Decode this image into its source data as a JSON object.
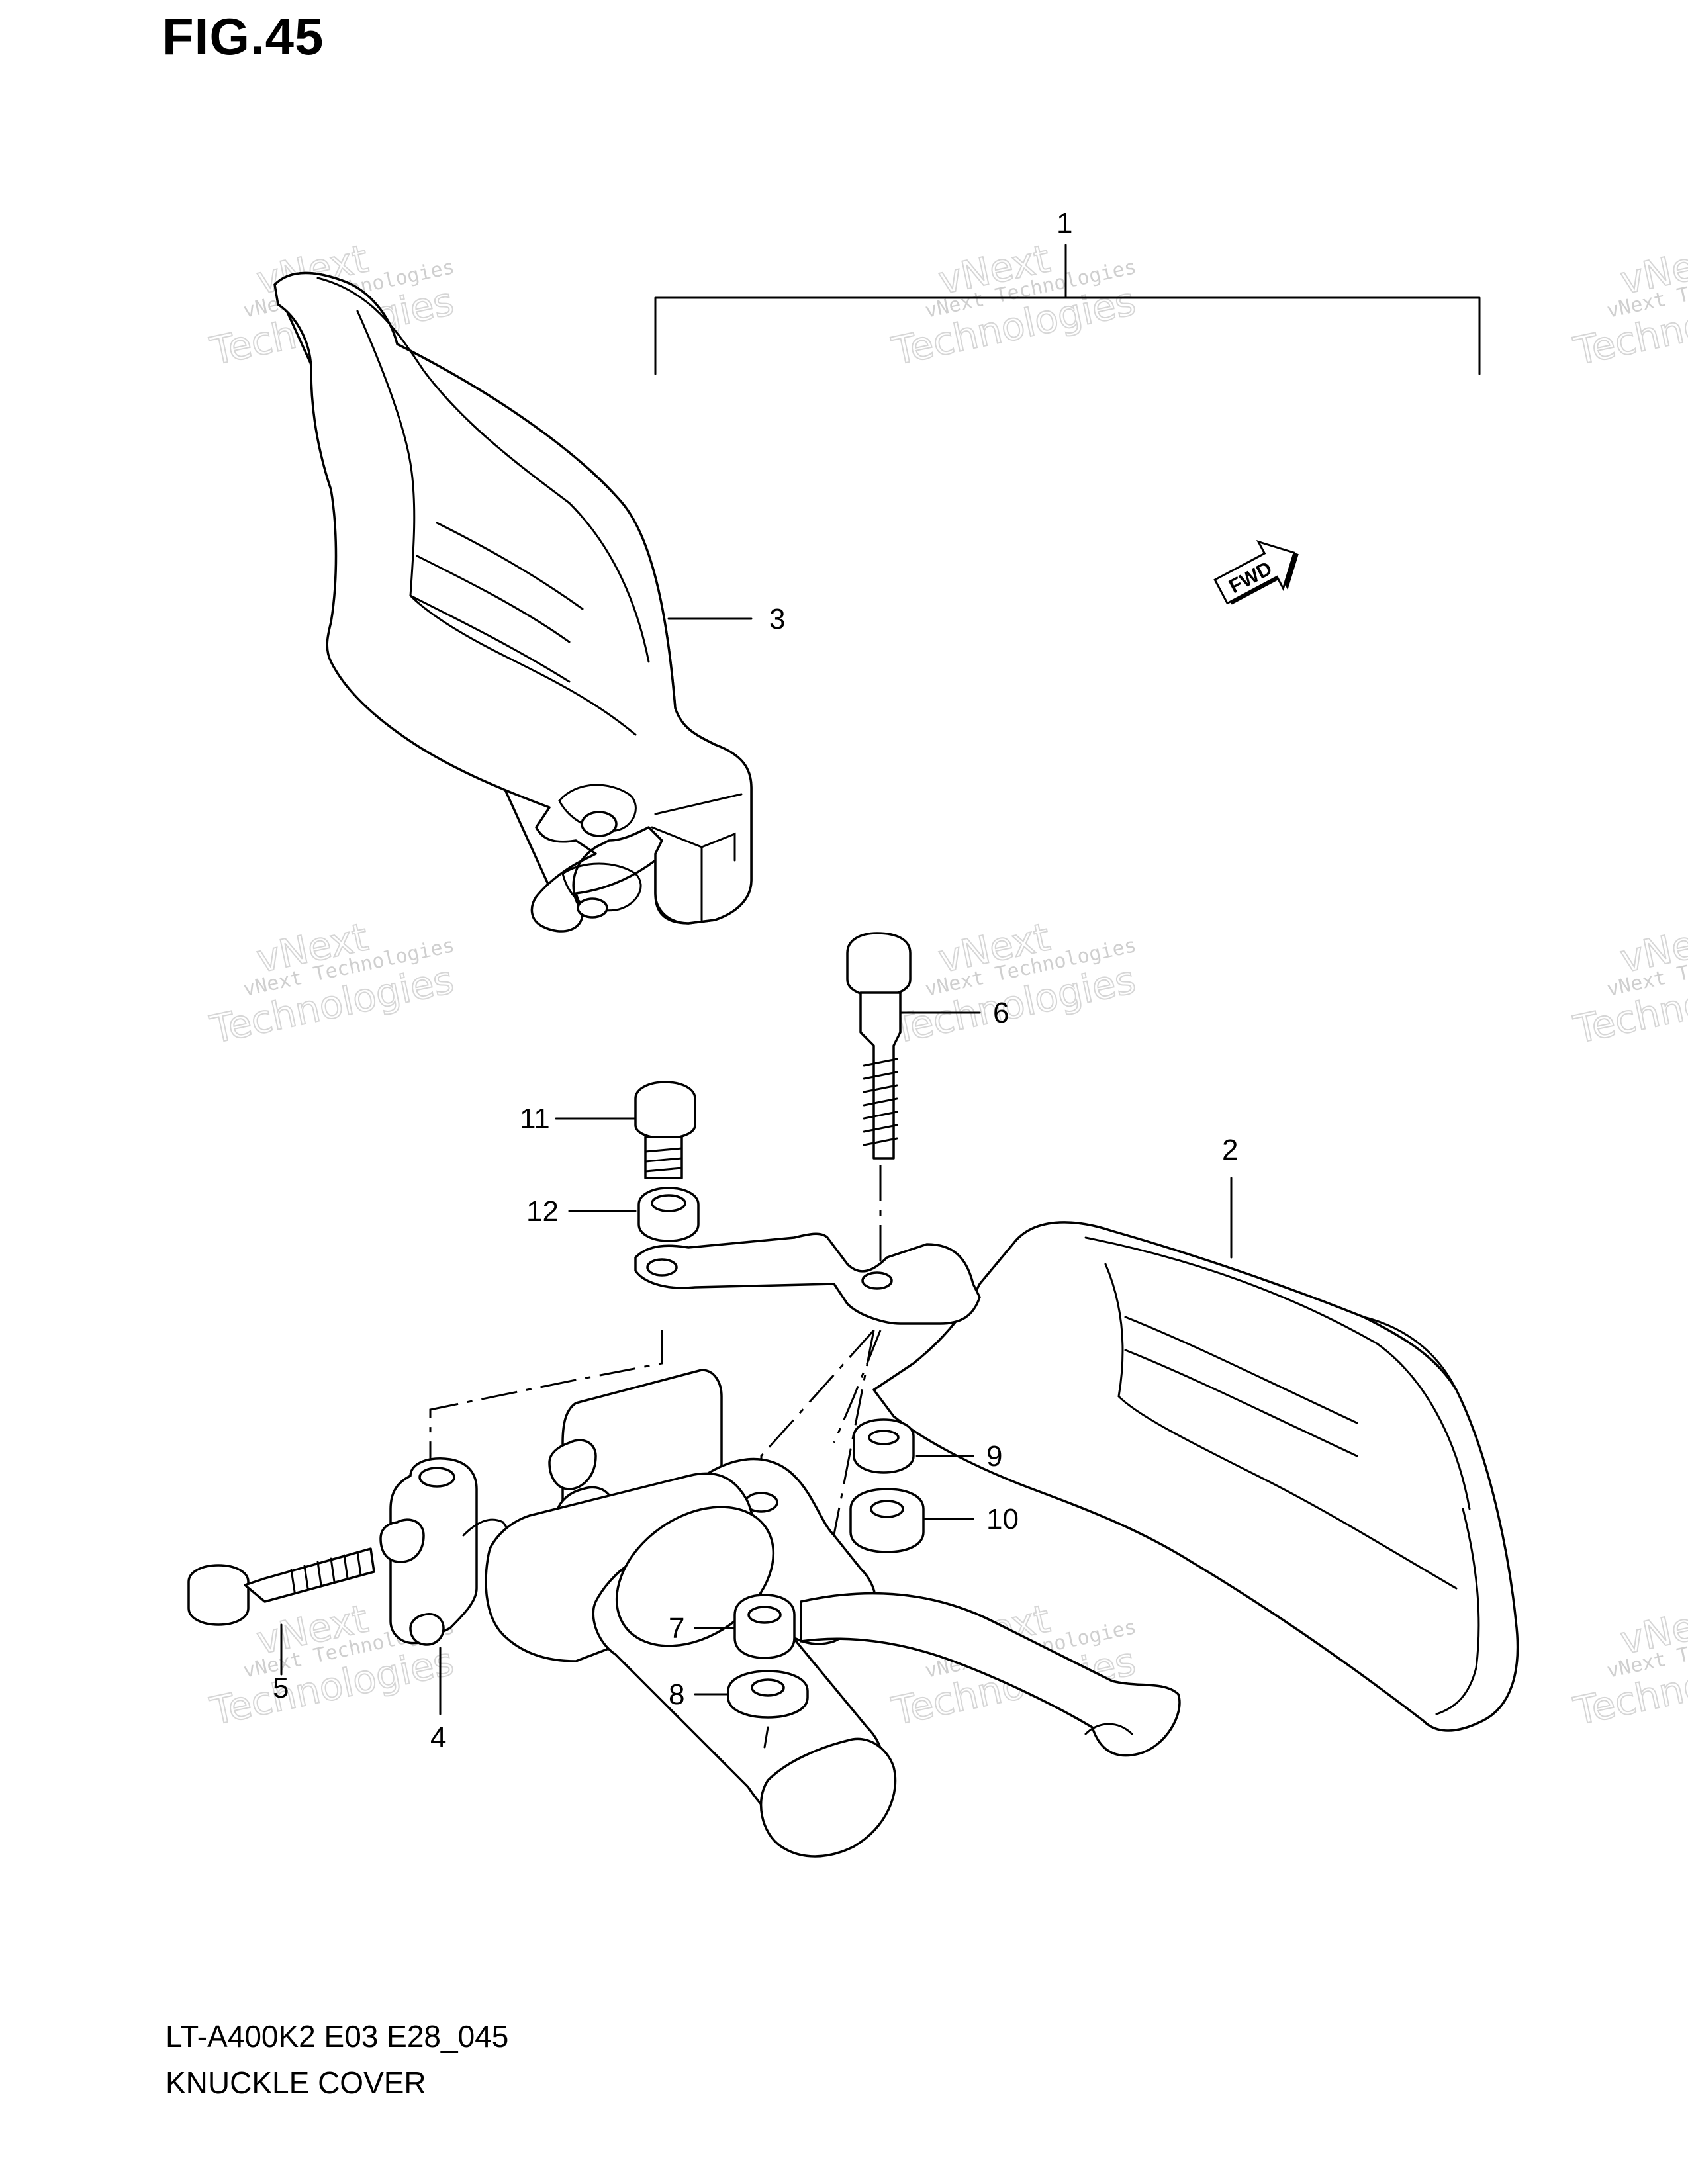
{
  "figure": {
    "title": "FIG.45"
  },
  "callouts": [
    {
      "id": "1",
      "label": "1"
    },
    {
      "id": "2",
      "label": "2"
    },
    {
      "id": "3",
      "label": "3"
    },
    {
      "id": "4",
      "label": "4"
    },
    {
      "id": "5",
      "label": "5"
    },
    {
      "id": "6",
      "label": "6"
    },
    {
      "id": "7",
      "label": "7"
    },
    {
      "id": "8",
      "label": "8"
    },
    {
      "id": "9",
      "label": "9"
    },
    {
      "id": "10",
      "label": "10"
    },
    {
      "id": "11",
      "label": "11"
    },
    {
      "id": "12",
      "label": "12"
    }
  ],
  "fwd_label": "FWD",
  "watermark": {
    "line1": "vNext Technologies",
    "line2": "vNext",
    "line3": "Technologies"
  },
  "footer": {
    "model": "LT-A400K2 E03 E28_045",
    "name": "KNUCKLE COVER"
  }
}
